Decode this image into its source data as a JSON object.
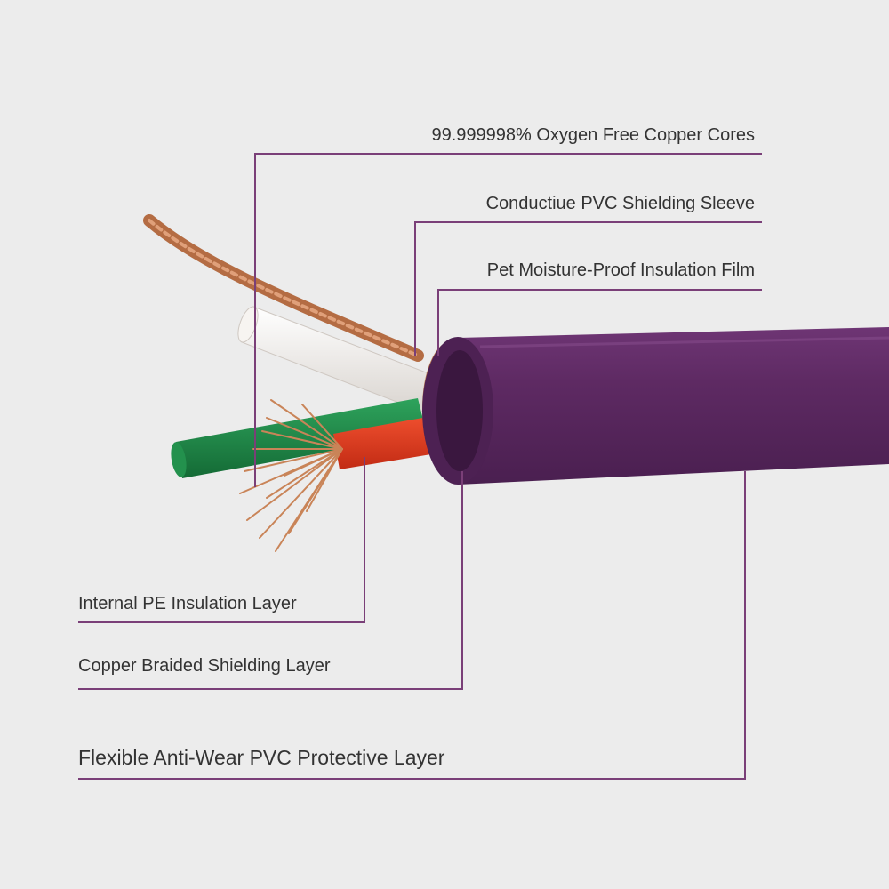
{
  "colors": {
    "background": "#ececec",
    "leader_line": "#7a3f78",
    "jacket": "#5e2a63",
    "copper": "#c8825a",
    "white_core": "#f4f1ee",
    "green_core": "#1f8a47",
    "red_core": "#e23b1f"
  },
  "labels": {
    "oxygen_free_copper": "99.999998% Oxygen Free Copper Cores",
    "conductive_pvc_sleeve": "Conductiue PVC Shielding Sleeve",
    "pet_insulation_film": "Pet Moisture-Proof Insulation Film",
    "internal_pe_layer": "Internal PE Insulation Layer",
    "copper_braided_shield": "Copper Braided Shielding Layer",
    "protective_layer": "Flexible Anti-Wear PVC Protective Layer"
  }
}
